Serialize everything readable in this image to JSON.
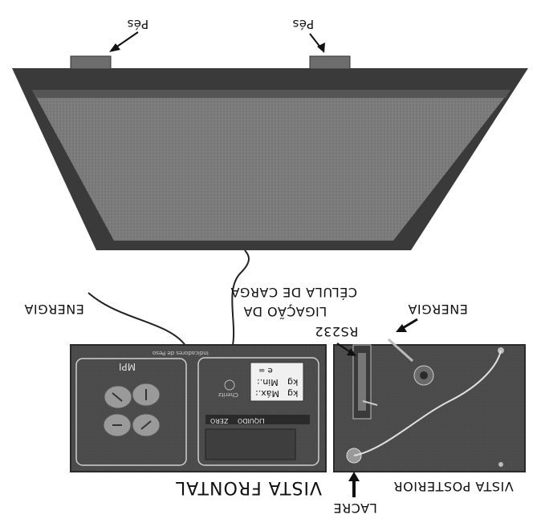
{
  "labels": {
    "pes_left": "Pés",
    "pes_right": "Pés",
    "energia_front": "ENERGIA",
    "ligacao": "LIGAÇÃO DA",
    "celula": "CÉLULA DE CARGA",
    "energia_rear": "ENERGIA",
    "rs232": "RS232",
    "lacre": "LACRE",
    "vista_frontal": "VISTA FRONTAL",
    "vista_posterior": "VISTA POSTERIOR"
  },
  "front_panel": {
    "keypad_title": "MPI",
    "display_e": "e =",
    "display_min": "Min.:",
    "display_max": "Máx.:",
    "unit_kg_1": "kg",
    "unit_kg_2": "kg",
    "brand": "Cheritz",
    "zero_label": "ZERO",
    "liquido_label": "LIQUIDO",
    "top_strip_text": "Indicadores de Peso"
  }
}
